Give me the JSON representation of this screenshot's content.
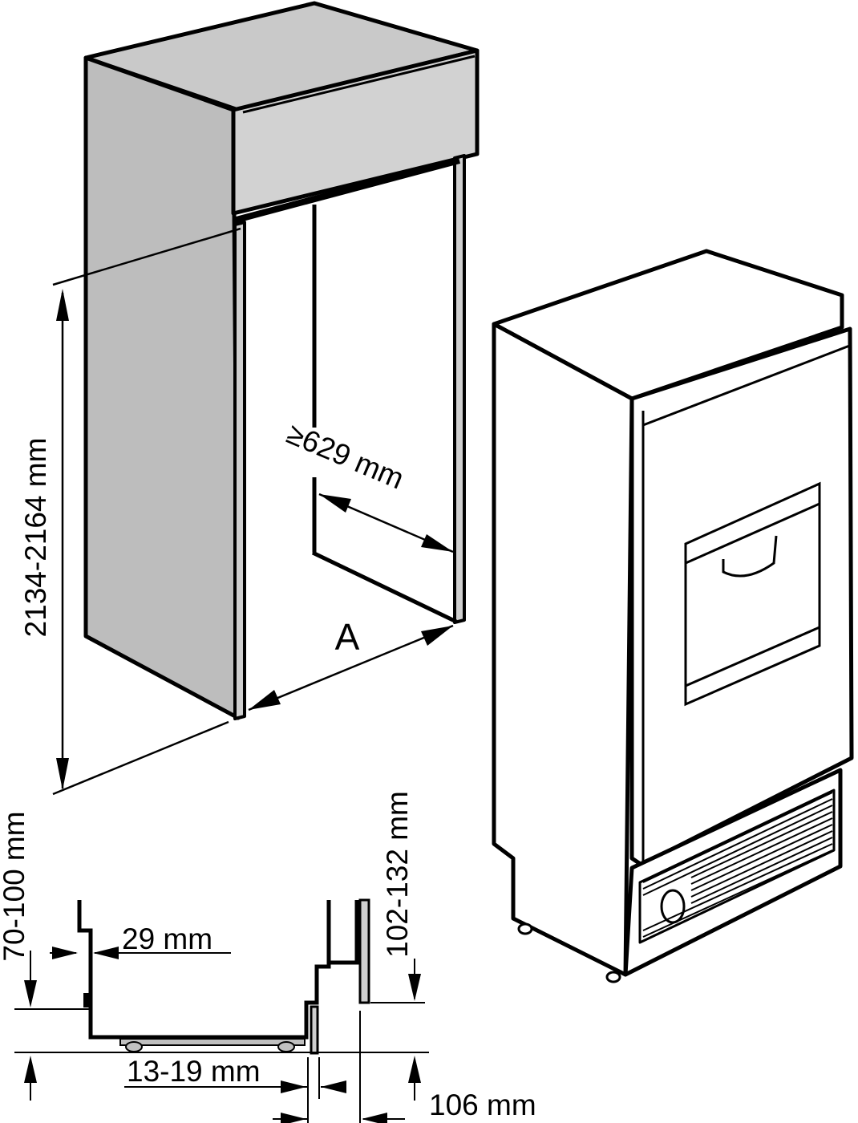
{
  "labels": {
    "height": "2134-2164 mm",
    "depth_min": "≥629 mm",
    "width": "A",
    "base_gap": "70-100 mm",
    "side_offset": "29 mm",
    "front_offset": "102-132 mm",
    "foot_gap": "13-19 mm",
    "grille_depth": "106 mm"
  },
  "colors": {
    "line": "#000000",
    "panel_side": "#bdbdbd",
    "panel_top": "#c9c9c9",
    "panel_front": "#d2d2d2",
    "strip": "#cfcfcf",
    "background": "#ffffff"
  }
}
